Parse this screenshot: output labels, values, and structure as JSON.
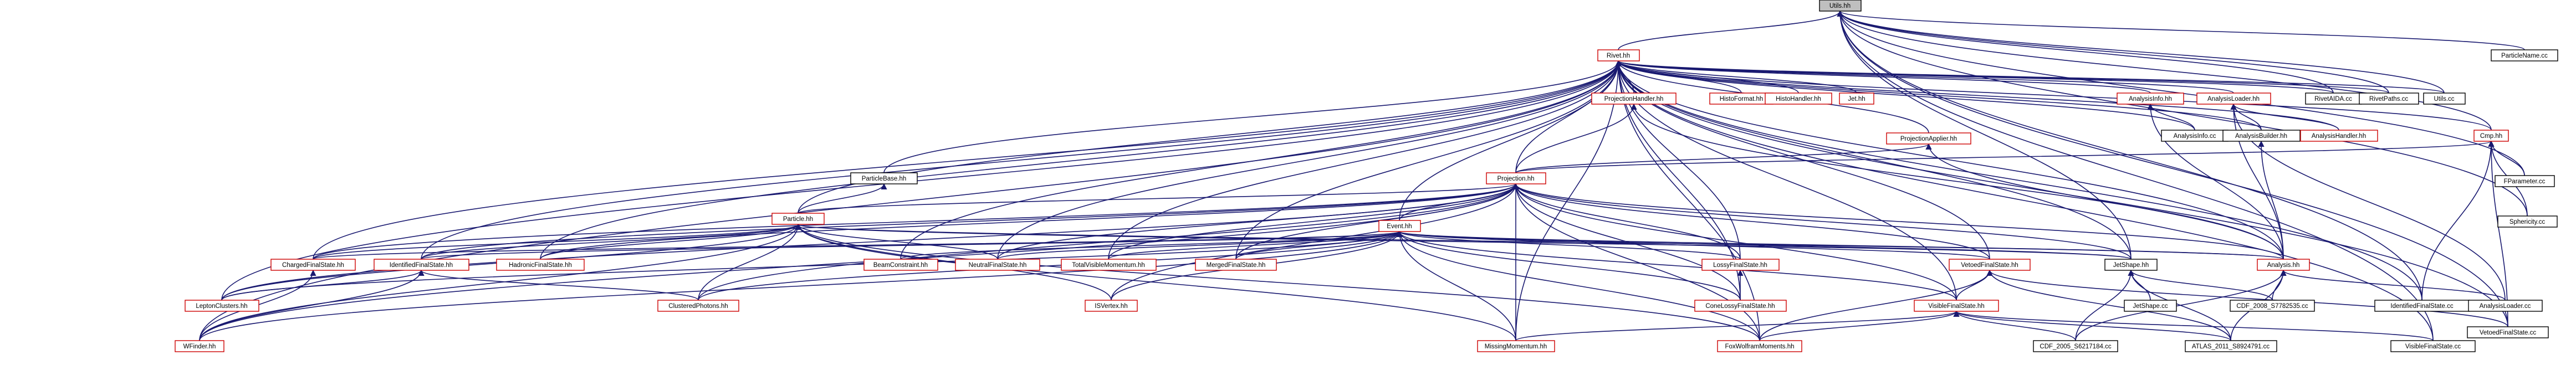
{
  "diagram": {
    "kind": "include dependency graph",
    "colors": {
      "edge": "#191970",
      "node_border_normal": "#000000",
      "node_border_linked": "#cc0000",
      "root_fill": "#bfbfbf",
      "node_fill": "#ffffff"
    },
    "nodes": [
      {
        "id": "utils_hh",
        "label": "Utils.hh",
        "style": "root"
      },
      {
        "id": "rivet_hh",
        "label": "Rivet.hh",
        "style": "linked"
      },
      {
        "id": "particlename_cc",
        "label": "ParticleName.cc",
        "style": "normal"
      },
      {
        "id": "rivetaida_cc",
        "label": "RivetAIDA.cc",
        "style": "normal"
      },
      {
        "id": "rivetpaths_cc",
        "label": "RivetPaths.cc",
        "style": "normal"
      },
      {
        "id": "utils_cc",
        "label": "Utils.cc",
        "style": "normal"
      },
      {
        "id": "projectionhandler_hh",
        "label": "ProjectionHandler.hh",
        "style": "linked"
      },
      {
        "id": "histoformat_hh",
        "label": "HistoFormat.hh",
        "style": "linked"
      },
      {
        "id": "histohandler_hh",
        "label": "HistoHandler.hh",
        "style": "linked"
      },
      {
        "id": "jet_hh",
        "label": "Jet.hh",
        "style": "linked"
      },
      {
        "id": "analysisinfo_hh",
        "label": "AnalysisInfo.hh",
        "style": "linked"
      },
      {
        "id": "analysisloader_hh",
        "label": "AnalysisLoader.hh",
        "style": "linked"
      },
      {
        "id": "analysisinfo_cc",
        "label": "AnalysisInfo.cc",
        "style": "normal"
      },
      {
        "id": "analysisbuilder_hh",
        "label": "AnalysisBuilder.hh",
        "style": "normal"
      },
      {
        "id": "analysishandler_hh",
        "label": "AnalysisHandler.hh",
        "style": "linked"
      },
      {
        "id": "cmp_hh",
        "label": "Cmp.hh",
        "style": "linked"
      },
      {
        "id": "projectionapplier_hh",
        "label": "ProjectionApplier.hh",
        "style": "linked"
      },
      {
        "id": "particlebase_hh",
        "label": "ParticleBase.hh",
        "style": "normal"
      },
      {
        "id": "projection_hh",
        "label": "Projection.hh",
        "style": "linked"
      },
      {
        "id": "fparameter_cc",
        "label": "FParameter.cc",
        "style": "normal"
      },
      {
        "id": "sphericity_cc",
        "label": "Sphericity.cc",
        "style": "normal"
      },
      {
        "id": "particle_hh",
        "label": "Particle.hh",
        "style": "linked"
      },
      {
        "id": "event_hh",
        "label": "Event.hh",
        "style": "linked"
      },
      {
        "id": "chargedfinalstate_hh",
        "label": "ChargedFinalState.hh",
        "style": "linked"
      },
      {
        "id": "identifiedfinalstate_hh",
        "label": "IdentifiedFinalState.hh",
        "style": "linked"
      },
      {
        "id": "hadronicfinalstate_hh",
        "label": "HadronicFinalState.hh",
        "style": "linked"
      },
      {
        "id": "beamconstraint_hh",
        "label": "BeamConstraint.hh",
        "style": "linked"
      },
      {
        "id": "neutralfinalstate_hh",
        "label": "NeutralFinalState.hh",
        "style": "linked"
      },
      {
        "id": "totalvisiblemomentum_hh",
        "label": "TotalVisibleMomentum.hh",
        "style": "linked"
      },
      {
        "id": "mergedfinalstate_hh",
        "label": "MergedFinalState.hh",
        "style": "linked"
      },
      {
        "id": "lossyfinalstate_hh",
        "label": "LossyFinalState.hh",
        "style": "linked"
      },
      {
        "id": "vetoedfinalstate_hh",
        "label": "VetoedFinalState.hh",
        "style": "linked"
      },
      {
        "id": "jetshape_hh",
        "label": "JetShape.hh",
        "style": "normal"
      },
      {
        "id": "analysis_hh",
        "label": "Analysis.hh",
        "style": "linked"
      },
      {
        "id": "leptonclusters_hh",
        "label": "LeptonClusters.hh",
        "style": "linked"
      },
      {
        "id": "clusteredphotons_hh",
        "label": "ClusteredPhotons.hh",
        "style": "linked"
      },
      {
        "id": "isvertex_hh",
        "label": "ISVertex.hh",
        "style": "linked"
      },
      {
        "id": "conelossyfinalstate_hh",
        "label": "ConeLossyFinalState.hh",
        "style": "linked"
      },
      {
        "id": "visiblefinalstate_hh",
        "label": "VisibleFinalState.hh",
        "style": "linked"
      },
      {
        "id": "jetshape_cc",
        "label": "JetShape.cc",
        "style": "normal"
      },
      {
        "id": "cdf_2008_cc",
        "label": "CDF_2008_S7782535.cc",
        "style": "normal"
      },
      {
        "id": "identifiedfinalstate_cc",
        "label": "IdentifiedFinalState.cc",
        "style": "normal"
      },
      {
        "id": "analysisloader_cc",
        "label": "AnalysisLoader.cc",
        "style": "normal"
      },
      {
        "id": "vetoedfinalstate_cc",
        "label": "VetoedFinalState.cc",
        "style": "normal"
      },
      {
        "id": "wfinder_hh",
        "label": "WFinder.hh",
        "style": "linked"
      },
      {
        "id": "missingmomentum_hh",
        "label": "MissingMomentum.hh",
        "style": "linked"
      },
      {
        "id": "foxwolframmoments_hh",
        "label": "FoxWolframMoments.hh",
        "style": "linked"
      },
      {
        "id": "cdf_2005_cc",
        "label": "CDF_2005_S6217184.cc",
        "style": "normal"
      },
      {
        "id": "atlas_2011_cc",
        "label": "ATLAS_2011_S8924791.cc",
        "style": "normal"
      },
      {
        "id": "visiblefinalstate_cc",
        "label": "VisibleFinalState.cc",
        "style": "normal"
      }
    ],
    "edges": [
      [
        "utils_hh",
        "rivet_hh"
      ],
      [
        "utils_hh",
        "particlename_cc"
      ],
      [
        "utils_hh",
        "rivetaida_cc"
      ],
      [
        "utils_hh",
        "rivetpaths_cc"
      ],
      [
        "utils_hh",
        "utils_cc"
      ],
      [
        "utils_hh",
        "cmp_hh"
      ],
      [
        "utils_hh",
        "jetshape_hh"
      ],
      [
        "utils_hh",
        "fparameter_cc"
      ],
      [
        "utils_hh",
        "sphericity_cc"
      ],
      [
        "utils_hh",
        "identifiedfinalstate_cc"
      ],
      [
        "utils_hh",
        "vetoedfinalstate_cc"
      ],
      [
        "utils_hh",
        "visiblefinalstate_cc"
      ],
      [
        "rivet_hh",
        "projectionhandler_hh"
      ],
      [
        "rivet_hh",
        "histoformat_hh"
      ],
      [
        "rivet_hh",
        "histohandler_hh"
      ],
      [
        "rivet_hh",
        "jet_hh"
      ],
      [
        "rivet_hh",
        "analysisinfo_hh"
      ],
      [
        "rivet_hh",
        "analysisloader_hh"
      ],
      [
        "rivet_hh",
        "analysishandler_hh"
      ],
      [
        "rivet_hh",
        "projectionapplier_hh"
      ],
      [
        "rivet_hh",
        "particlebase_hh"
      ],
      [
        "rivet_hh",
        "projection_hh"
      ],
      [
        "rivet_hh",
        "particle_hh"
      ],
      [
        "rivet_hh",
        "event_hh"
      ],
      [
        "rivet_hh",
        "analysisinfo_cc"
      ],
      [
        "rivet_hh",
        "analysisbuilder_hh"
      ],
      [
        "rivet_hh",
        "cmp_hh"
      ],
      [
        "rivet_hh",
        "rivetaida_cc"
      ],
      [
        "rivet_hh",
        "rivetpaths_cc"
      ],
      [
        "rivet_hh",
        "utils_cc"
      ],
      [
        "rivet_hh",
        "chargedfinalstate_hh"
      ],
      [
        "rivet_hh",
        "identifiedfinalstate_hh"
      ],
      [
        "rivet_hh",
        "hadronicfinalstate_hh"
      ],
      [
        "rivet_hh",
        "beamconstraint_hh"
      ],
      [
        "rivet_hh",
        "neutralfinalstate_hh"
      ],
      [
        "rivet_hh",
        "totalvisiblemomentum_hh"
      ],
      [
        "rivet_hh",
        "mergedfinalstate_hh"
      ],
      [
        "rivet_hh",
        "lossyfinalstate_hh"
      ],
      [
        "rivet_hh",
        "vetoedfinalstate_hh"
      ],
      [
        "rivet_hh",
        "jetshape_hh"
      ],
      [
        "rivet_hh",
        "analysis_hh"
      ],
      [
        "rivet_hh",
        "leptonclusters_hh"
      ],
      [
        "rivet_hh",
        "wfinder_hh"
      ],
      [
        "rivet_hh",
        "missingmomentum_hh"
      ],
      [
        "rivet_hh",
        "foxwolframmoments_hh"
      ],
      [
        "rivet_hh",
        "visiblefinalstate_hh"
      ],
      [
        "rivet_hh",
        "identifiedfinalstate_cc"
      ],
      [
        "rivet_hh",
        "vetoedfinalstate_cc"
      ],
      [
        "rivet_hh",
        "visiblefinalstate_cc"
      ],
      [
        "rivet_hh",
        "conelossyfinalstate_hh"
      ],
      [
        "projectionhandler_hh",
        "projection_hh"
      ],
      [
        "projectionhandler_hh",
        "analysis_hh"
      ],
      [
        "analysisinfo_hh",
        "analysisinfo_cc"
      ],
      [
        "analysisinfo_hh",
        "analysis_hh"
      ],
      [
        "analysisloader_hh",
        "analysisbuilder_hh"
      ],
      [
        "analysisloader_hh",
        "analysishandler_hh"
      ],
      [
        "analysisloader_hh",
        "analysisloader_cc"
      ],
      [
        "analysisloader_hh",
        "analysis_hh"
      ],
      [
        "analysisbuilder_hh",
        "analysis_hh"
      ],
      [
        "projectionapplier_hh",
        "projection_hh"
      ],
      [
        "projectionapplier_hh",
        "analysis_hh"
      ],
      [
        "cmp_hh",
        "projection_hh"
      ],
      [
        "cmp_hh",
        "fparameter_cc"
      ],
      [
        "cmp_hh",
        "sphericity_cc"
      ],
      [
        "cmp_hh",
        "vetoedfinalstate_cc"
      ],
      [
        "cmp_hh",
        "identifiedfinalstate_cc"
      ],
      [
        "particlebase_hh",
        "particle_hh"
      ],
      [
        "projection_hh",
        "particle_hh"
      ],
      [
        "projection_hh",
        "event_hh"
      ],
      [
        "projection_hh",
        "chargedfinalstate_hh"
      ],
      [
        "projection_hh",
        "identifiedfinalstate_hh"
      ],
      [
        "projection_hh",
        "hadronicfinalstate_hh"
      ],
      [
        "projection_hh",
        "neutralfinalstate_hh"
      ],
      [
        "projection_hh",
        "totalvisiblemomentum_hh"
      ],
      [
        "projection_hh",
        "mergedfinalstate_hh"
      ],
      [
        "projection_hh",
        "lossyfinalstate_hh"
      ],
      [
        "projection_hh",
        "vetoedfinalstate_hh"
      ],
      [
        "projection_hh",
        "jetshape_hh"
      ],
      [
        "projection_hh",
        "analysis_hh"
      ],
      [
        "projection_hh",
        "leptonclusters_hh"
      ],
      [
        "projection_hh",
        "clusteredphotons_hh"
      ],
      [
        "projection_hh",
        "isvertex_hh"
      ],
      [
        "projection_hh",
        "conelossyfinalstate_hh"
      ],
      [
        "projection_hh",
        "visiblefinalstate_hh"
      ],
      [
        "projection_hh",
        "wfinder_hh"
      ],
      [
        "projection_hh",
        "missingmomentum_hh"
      ],
      [
        "projection_hh",
        "foxwolframmoments_hh"
      ],
      [
        "particle_hh",
        "chargedfinalstate_hh"
      ],
      [
        "particle_hh",
        "identifiedfinalstate_hh"
      ],
      [
        "particle_hh",
        "hadronicfinalstate_hh"
      ],
      [
        "particle_hh",
        "leptonclusters_hh"
      ],
      [
        "particle_hh",
        "clusteredphotons_hh"
      ],
      [
        "particle_hh",
        "isvertex_hh"
      ],
      [
        "particle_hh",
        "wfinder_hh"
      ],
      [
        "particle_hh",
        "missingmomentum_hh"
      ],
      [
        "particle_hh",
        "foxwolframmoments_hh"
      ],
      [
        "particle_hh",
        "neutralfinalstate_hh"
      ],
      [
        "particle_hh",
        "analysis_hh"
      ],
      [
        "particle_hh",
        "jetshape_hh"
      ],
      [
        "event_hh",
        "chargedfinalstate_hh"
      ],
      [
        "event_hh",
        "identifiedfinalstate_hh"
      ],
      [
        "event_hh",
        "beamconstraint_hh"
      ],
      [
        "event_hh",
        "neutralfinalstate_hh"
      ],
      [
        "event_hh",
        "totalvisiblemomentum_hh"
      ],
      [
        "event_hh",
        "mergedfinalstate_hh"
      ],
      [
        "event_hh",
        "lossyfinalstate_hh"
      ],
      [
        "event_hh",
        "vetoedfinalstate_hh"
      ],
      [
        "event_hh",
        "jetshape_hh"
      ],
      [
        "event_hh",
        "analysis_hh"
      ],
      [
        "event_hh",
        "leptonclusters_hh"
      ],
      [
        "event_hh",
        "clusteredphotons_hh"
      ],
      [
        "event_hh",
        "isvertex_hh"
      ],
      [
        "event_hh",
        "conelossyfinalstate_hh"
      ],
      [
        "event_hh",
        "visiblefinalstate_hh"
      ],
      [
        "event_hh",
        "wfinder_hh"
      ],
      [
        "event_hh",
        "missingmomentum_hh"
      ],
      [
        "event_hh",
        "foxwolframmoments_hh"
      ],
      [
        "identifiedfinalstate_hh",
        "leptonclusters_hh"
      ],
      [
        "identifiedfinalstate_hh",
        "clusteredphotons_hh"
      ],
      [
        "identifiedfinalstate_hh",
        "wfinder_hh"
      ],
      [
        "chargedfinalstate_hh",
        "wfinder_hh"
      ],
      [
        "lossyfinalstate_hh",
        "conelossyfinalstate_hh"
      ],
      [
        "vetoedfinalstate_hh",
        "visiblefinalstate_hh"
      ],
      [
        "vetoedfinalstate_hh",
        "vetoedfinalstate_cc"
      ],
      [
        "vetoedfinalstate_hh",
        "foxwolframmoments_hh"
      ],
      [
        "vetoedfinalstate_hh",
        "atlas_2011_cc"
      ],
      [
        "jetshape_hh",
        "jetshape_cc"
      ],
      [
        "jetshape_hh",
        "cdf_2008_cc"
      ],
      [
        "jetshape_hh",
        "cdf_2005_cc"
      ],
      [
        "jetshape_hh",
        "atlas_2011_cc"
      ],
      [
        "analysis_hh",
        "cdf_2008_cc"
      ],
      [
        "analysis_hh",
        "analysisloader_cc"
      ],
      [
        "analysis_hh",
        "cdf_2005_cc"
      ],
      [
        "analysis_hh",
        "atlas_2011_cc"
      ],
      [
        "visiblefinalstate_hh",
        "cdf_2005_cc"
      ],
      [
        "visiblefinalstate_hh",
        "atlas_2011_cc"
      ],
      [
        "visiblefinalstate_hh",
        "missingmomentum_hh"
      ],
      [
        "visiblefinalstate_hh",
        "foxwolframmoments_hh"
      ],
      [
        "visiblefinalstate_hh",
        "visiblefinalstate_cc"
      ]
    ]
  }
}
